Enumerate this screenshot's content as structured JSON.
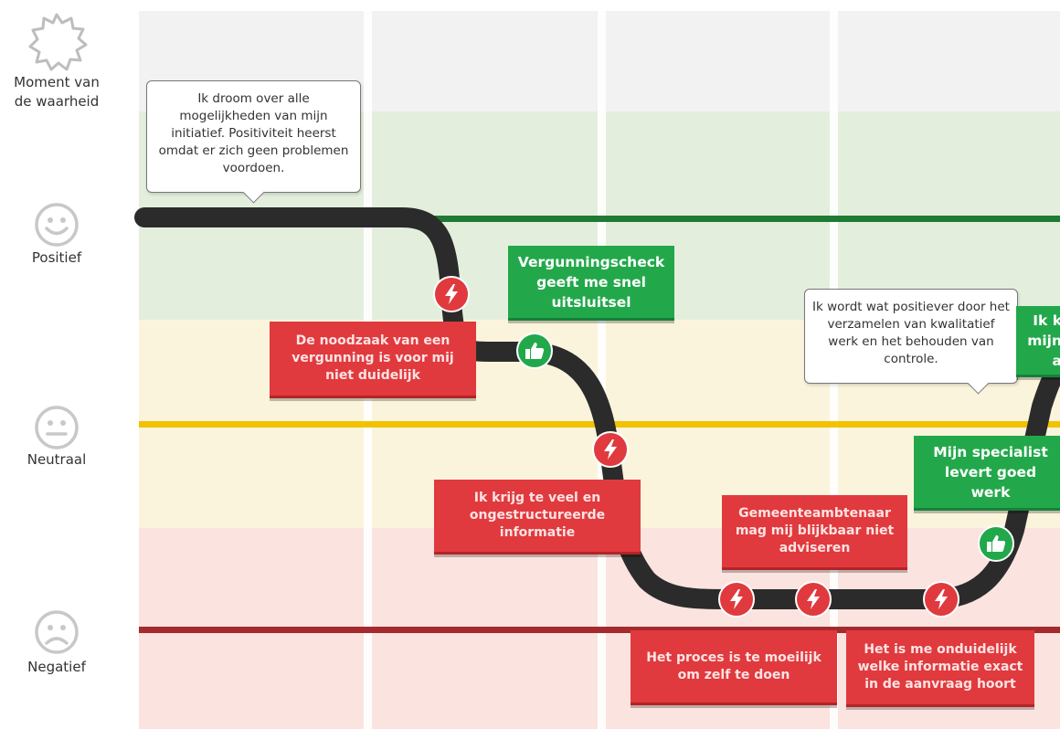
{
  "legend": {
    "moment": "Moment van\nde waarheid",
    "positive": "Positief",
    "neutral": "Neutraal",
    "negative": "Negatief"
  },
  "colors": {
    "positive_band": "#e3efdc",
    "neutral_band": "#fbf4dc",
    "negative_band": "#fbe3df",
    "positive_line": "#1f7a34",
    "neutral_line": "#f2c200",
    "negative_line": "#a52a2e",
    "journey_line": "#2b2b2b",
    "pain_red": "#e03a3e",
    "gain_green": "#22a84a"
  },
  "bubbles": [
    "Ik droom over alle mogelijkheden van mijn initiatief. Positiviteit heerst omdat er zich geen problemen voordoen.",
    "Ik wordt wat positiever door het verzamelen van kwalitatief werk en het behouden van controle."
  ],
  "cards": {
    "noodzaak": "De noodzaak van een vergunning is voor mij niet duidelijk",
    "vergunningscheck": "Vergunningscheck geeft me snel uitsluitsel",
    "teveel": "Ik krijg te veel en ongestructureerde informatie",
    "ambtenaar": "Gemeenteambtenaar mag mij blijkbaar niet adviseren",
    "proces": "Het proces is te moeilijk om zelf te doen",
    "onduidelijk": "Het is me onduidelijk welke informatie exact in de aanvraag hoort",
    "specialist": "Mijn specialist levert goed werk",
    "cut_right": "Ik k\nmijn\na"
  },
  "icons": {
    "pain": "lightning-icon",
    "gain": "thumbs-up-icon",
    "moment": "starburst-icon"
  }
}
